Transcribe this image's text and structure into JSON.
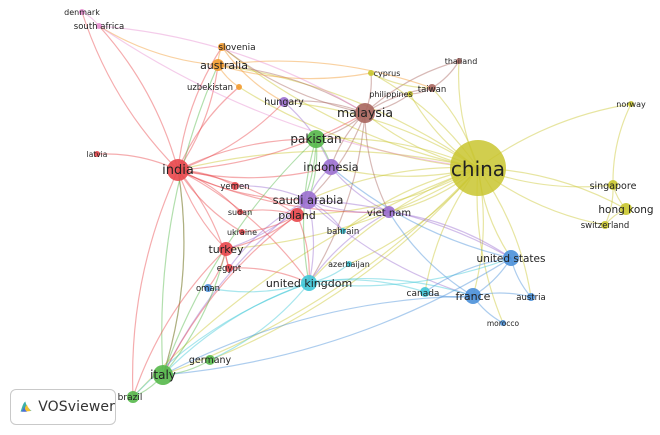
{
  "app": {
    "name": "VOSviewer"
  },
  "network": {
    "type": "co-authorship country map",
    "clusters": {
      "red": "#e8474b",
      "green": "#55b84a",
      "blue": "#4a90d9",
      "yellow": "#c9c62f",
      "purple": "#9b6fd0",
      "cyan": "#3fc7d8",
      "orange": "#f29a2e",
      "brown": "#a8665f",
      "pink": "#e78fd0"
    },
    "nodes": [
      {
        "id": "china",
        "label": "china",
        "cluster": "yellow"
      },
      {
        "id": "malaysia",
        "label": "malaysia",
        "cluster": "brown"
      },
      {
        "id": "india",
        "label": "india",
        "cluster": "red"
      },
      {
        "id": "pakistan",
        "label": "pakistan",
        "cluster": "green"
      },
      {
        "id": "indonesia",
        "label": "indonesia",
        "cluster": "purple"
      },
      {
        "id": "saudi-arabia",
        "label": "saudi arabia",
        "cluster": "purple"
      },
      {
        "id": "poland",
        "label": "poland",
        "cluster": "red"
      },
      {
        "id": "viet-nam",
        "label": "viet nam",
        "cluster": "purple"
      },
      {
        "id": "united-states",
        "label": "united states",
        "cluster": "blue"
      },
      {
        "id": "france",
        "label": "france",
        "cluster": "blue"
      },
      {
        "id": "united-kingdom",
        "label": "united kingdom",
        "cluster": "cyan"
      },
      {
        "id": "italy",
        "label": "italy",
        "cluster": "green"
      },
      {
        "id": "australia",
        "label": "australia",
        "cluster": "orange"
      },
      {
        "id": "slovenia",
        "label": "slovenia",
        "cluster": "orange"
      },
      {
        "id": "uzbekistan",
        "label": "uzbekistan",
        "cluster": "orange"
      },
      {
        "id": "denmark",
        "label": "denmark",
        "cluster": "pink"
      },
      {
        "id": "south-africa",
        "label": "south africa",
        "cluster": "pink"
      },
      {
        "id": "latvia",
        "label": "latvia",
        "cluster": "red"
      },
      {
        "id": "hungary",
        "label": "hungary",
        "cluster": "purple"
      },
      {
        "id": "cyprus",
        "label": "cyprus",
        "cluster": "yellow"
      },
      {
        "id": "philippines",
        "label": "philippines",
        "cluster": "yellow"
      },
      {
        "id": "taiwan",
        "label": "taiwan",
        "cluster": "brown"
      },
      {
        "id": "thailand",
        "label": "thailand",
        "cluster": "brown"
      },
      {
        "id": "norway",
        "label": "norway",
        "cluster": "yellow"
      },
      {
        "id": "singapore",
        "label": "singapore",
        "cluster": "yellow"
      },
      {
        "id": "hong-kong",
        "label": "hong kong",
        "cluster": "yellow"
      },
      {
        "id": "switzerland",
        "label": "switzerland",
        "cluster": "yellow"
      },
      {
        "id": "yemen",
        "label": "yemen",
        "cluster": "red"
      },
      {
        "id": "sudan",
        "label": "sudan",
        "cluster": "red"
      },
      {
        "id": "ukraine",
        "label": "ukraine",
        "cluster": "red"
      },
      {
        "id": "turkey",
        "label": "turkey",
        "cluster": "red"
      },
      {
        "id": "egypt",
        "label": "egypt",
        "cluster": "red"
      },
      {
        "id": "bahrain",
        "label": "bahrain",
        "cluster": "cyan"
      },
      {
        "id": "azerbaijan",
        "label": "azerbaijan",
        "cluster": "cyan"
      },
      {
        "id": "oman",
        "label": "oman",
        "cluster": "blue"
      },
      {
        "id": "canada",
        "label": "canada",
        "cluster": "cyan"
      },
      {
        "id": "austria",
        "label": "austria",
        "cluster": "blue"
      },
      {
        "id": "morocco",
        "label": "morocco",
        "cluster": "blue"
      },
      {
        "id": "germany",
        "label": "germany",
        "cluster": "green"
      },
      {
        "id": "brazil",
        "label": "brazil",
        "cluster": "green"
      }
    ],
    "links": [
      [
        "china",
        "malaysia"
      ],
      [
        "china",
        "pakistan"
      ],
      [
        "china",
        "indonesia"
      ],
      [
        "china",
        "saudi-arabia"
      ],
      [
        "china",
        "viet-nam"
      ],
      [
        "china",
        "united-states"
      ],
      [
        "china",
        "france"
      ],
      [
        "china",
        "united-kingdom"
      ],
      [
        "china",
        "italy"
      ],
      [
        "china",
        "australia"
      ],
      [
        "china",
        "slovenia"
      ],
      [
        "china",
        "singapore"
      ],
      [
        "china",
        "hong-kong"
      ],
      [
        "china",
        "switzerland"
      ],
      [
        "china",
        "norway"
      ],
      [
        "china",
        "taiwan"
      ],
      [
        "china",
        "thailand"
      ],
      [
        "china",
        "india"
      ],
      [
        "china",
        "poland"
      ],
      [
        "china",
        "canada"
      ],
      [
        "china",
        "austria"
      ],
      [
        "china",
        "cyprus"
      ],
      [
        "china",
        "philippines"
      ],
      [
        "china",
        "hungary"
      ],
      [
        "china",
        "turkey"
      ],
      [
        "china",
        "bahrain"
      ],
      [
        "china",
        "azerbaijan"
      ],
      [
        "china",
        "morocco"
      ],
      [
        "china",
        "germany"
      ],
      [
        "china",
        "brazil"
      ],
      [
        "china",
        "uzbekistan"
      ],
      [
        "india",
        "malaysia"
      ],
      [
        "india",
        "pakistan"
      ],
      [
        "india",
        "saudi-arabia"
      ],
      [
        "india",
        "poland"
      ],
      [
        "india",
        "australia"
      ],
      [
        "india",
        "slovenia"
      ],
      [
        "india",
        "south-africa"
      ],
      [
        "india",
        "denmark"
      ],
      [
        "india",
        "latvia"
      ],
      [
        "india",
        "yemen"
      ],
      [
        "india",
        "turkey"
      ],
      [
        "india",
        "italy"
      ],
      [
        "india",
        "indonesia"
      ],
      [
        "india",
        "united-kingdom"
      ],
      [
        "india",
        "viet-nam"
      ],
      [
        "india",
        "sudan"
      ],
      [
        "india",
        "brazil"
      ],
      [
        "india",
        "egypt"
      ],
      [
        "india",
        "ukraine"
      ],
      [
        "india",
        "uzbekistan"
      ],
      [
        "india",
        "hungary"
      ],
      [
        "malaysia",
        "pakistan"
      ],
      [
        "malaysia",
        "indonesia"
      ],
      [
        "malaysia",
        "saudi-arabia"
      ],
      [
        "malaysia",
        "australia"
      ],
      [
        "malaysia",
        "taiwan"
      ],
      [
        "malaysia",
        "viet-nam"
      ],
      [
        "malaysia",
        "thailand"
      ],
      [
        "malaysia",
        "philippines"
      ],
      [
        "malaysia",
        "slovenia"
      ],
      [
        "malaysia",
        "hungary"
      ],
      [
        "malaysia",
        "united-kingdom"
      ],
      [
        "malaysia",
        "cyprus"
      ],
      [
        "pakistan",
        "saudi-arabia"
      ],
      [
        "pakistan",
        "italy"
      ],
      [
        "pakistan",
        "indonesia"
      ],
      [
        "pakistan",
        "united-kingdom"
      ],
      [
        "pakistan",
        "poland"
      ],
      [
        "saudi-arabia",
        "poland"
      ],
      [
        "saudi-arabia",
        "indonesia"
      ],
      [
        "saudi-arabia",
        "viet-nam"
      ],
      [
        "saudi-arabia",
        "united-kingdom"
      ],
      [
        "saudi-arabia",
        "france"
      ],
      [
        "saudi-arabia",
        "united-states"
      ],
      [
        "saudi-arabia",
        "yemen"
      ],
      [
        "saudi-arabia",
        "bahrain"
      ],
      [
        "saudi-arabia",
        "egypt"
      ],
      [
        "saudi-arabia",
        "turkey"
      ],
      [
        "saudi-arabia",
        "italy"
      ],
      [
        "poland",
        "ukraine"
      ],
      [
        "poland",
        "sudan"
      ],
      [
        "poland",
        "turkey"
      ],
      [
        "poland",
        "italy"
      ],
      [
        "poland",
        "united-kingdom"
      ],
      [
        "united-kingdom",
        "italy"
      ],
      [
        "united-kingdom",
        "france"
      ],
      [
        "united-kingdom",
        "united-states"
      ],
      [
        "united-kingdom",
        "canada"
      ],
      [
        "united-kingdom",
        "azerbaijan"
      ],
      [
        "united-kingdom",
        "germany"
      ],
      [
        "united-kingdom",
        "brazil"
      ],
      [
        "united-kingdom",
        "oman"
      ],
      [
        "france",
        "united-states"
      ],
      [
        "france",
        "austria"
      ],
      [
        "france",
        "morocco"
      ],
      [
        "france",
        "canada"
      ],
      [
        "france",
        "italy"
      ],
      [
        "france",
        "viet-nam"
      ],
      [
        "united-states",
        "austria"
      ],
      [
        "united-states",
        "italy"
      ],
      [
        "united-states",
        "canada"
      ],
      [
        "united-states",
        "indonesia"
      ],
      [
        "italy",
        "germany"
      ],
      [
        "italy",
        "brazil"
      ],
      [
        "italy",
        "turkey"
      ],
      [
        "italy",
        "australia"
      ],
      [
        "italy",
        "india"
      ],
      [
        "australia",
        "slovenia"
      ],
      [
        "australia",
        "uzbekistan"
      ],
      [
        "australia",
        "taiwan"
      ],
      [
        "australia",
        "cyprus"
      ],
      [
        "australia",
        "south-africa"
      ],
      [
        "south-africa",
        "denmark"
      ],
      [
        "south-africa",
        "malaysia"
      ],
      [
        "south-africa",
        "china"
      ],
      [
        "viet-nam",
        "indonesia"
      ],
      [
        "viet-nam",
        "united-kingdom"
      ],
      [
        "viet-nam",
        "united-states"
      ],
      [
        "turkey",
        "egypt"
      ],
      [
        "turkey",
        "oman"
      ],
      [
        "turkey",
        "brazil"
      ],
      [
        "egypt",
        "united-kingdom"
      ],
      [
        "singapore",
        "hong-kong"
      ],
      [
        "singapore",
        "switzerland"
      ],
      [
        "hong-kong",
        "switzerland"
      ],
      [
        "singapore",
        "norway"
      ],
      [
        "taiwan",
        "thailand"
      ],
      [
        "taiwan",
        "philippines"
      ],
      [
        "cyprus",
        "taiwan"
      ],
      [
        "hungary",
        "indonesia"
      ],
      [
        "slovenia",
        "hungary"
      ]
    ]
  }
}
